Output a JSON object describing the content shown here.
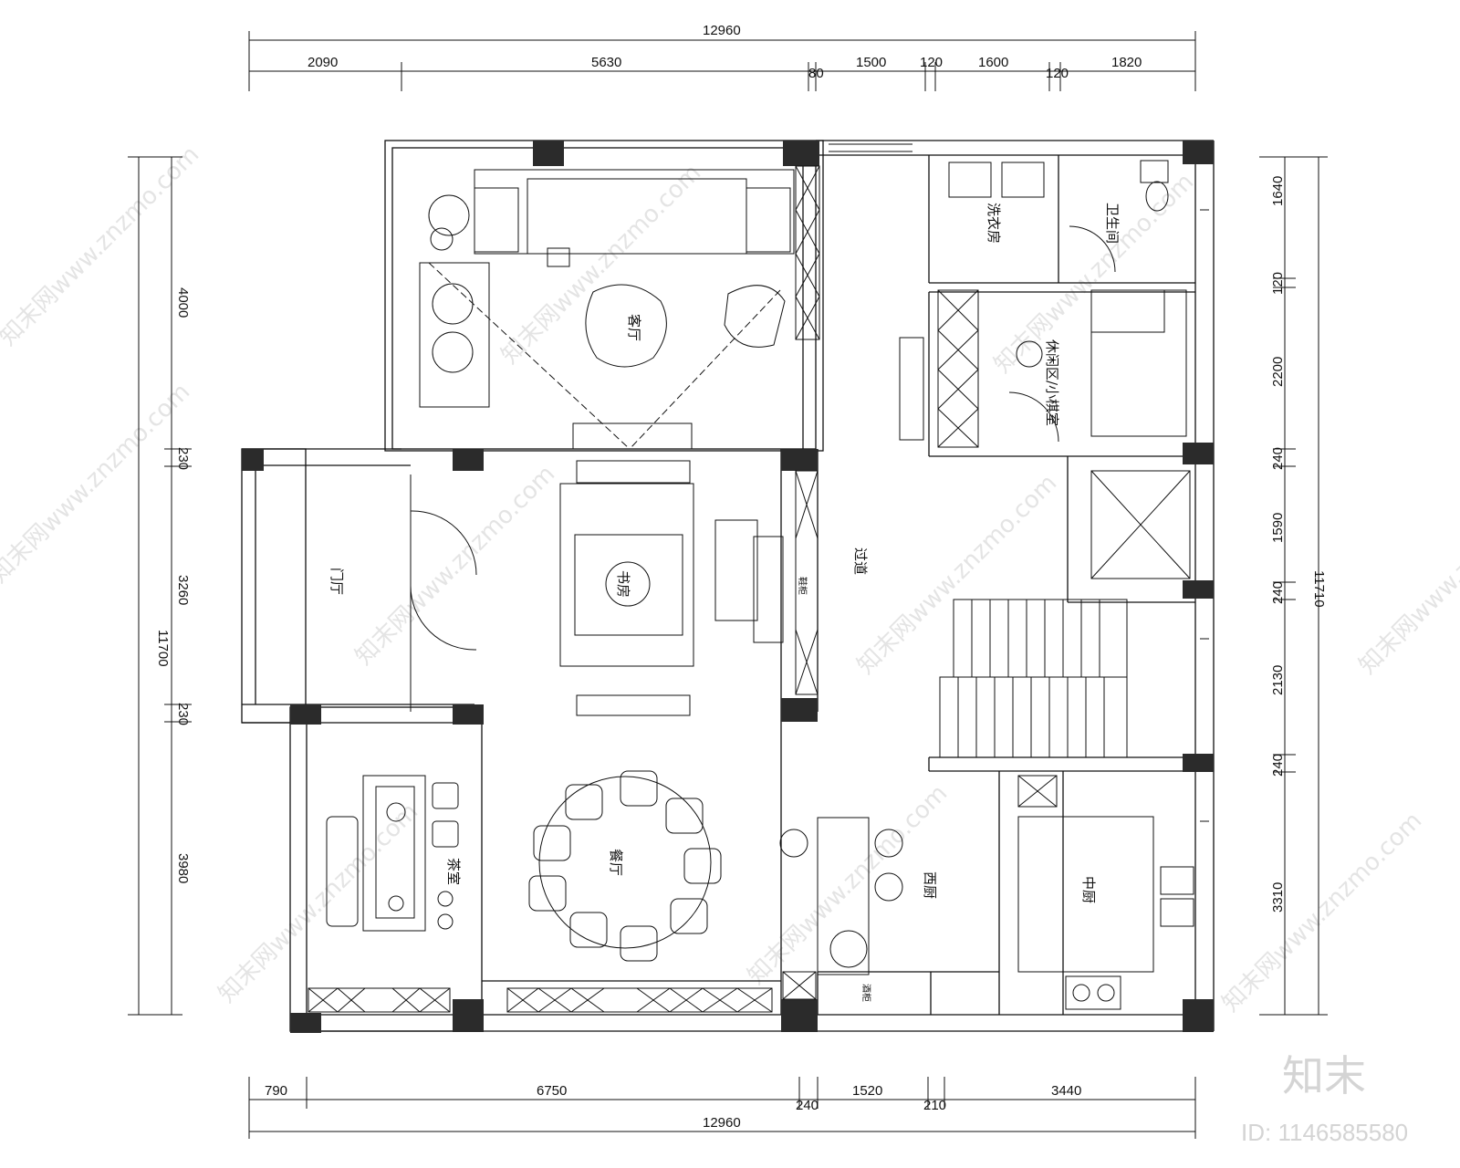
{
  "dimensions": {
    "top_total": "12960",
    "top": [
      "2090",
      "5630",
      "80",
      "1500",
      "120",
      "1600",
      "120",
      "1820"
    ],
    "bottom": [
      "790",
      "6750",
      "240",
      "1520",
      "210",
      "3440"
    ],
    "bottom_total": "12960",
    "left_total": "11700",
    "left": [
      "4000",
      "230",
      "3260",
      "230",
      "3980"
    ],
    "right_total": "11710",
    "right": [
      "1640",
      "120",
      "2200",
      "240",
      "1590",
      "240",
      "2130",
      "240",
      "3310"
    ]
  },
  "rooms": {
    "living": "客厅",
    "study": "书房",
    "entrance": "门厅",
    "corridor": "过道",
    "dining": "餐厅",
    "west_kitchen": "西厨",
    "chinese_kitchen": "中厨",
    "laundry": "洗衣房",
    "bathroom": "卫生间",
    "cloakroom": "休闲区/小棋室",
    "tea_room": "茶室",
    "wine_cabinet": "酒柜",
    "shoe_cabinet": "鞋柜"
  },
  "watermark": {
    "text": "知末网www.znzmo.com",
    "brand": "知末",
    "id": "ID: 1146585580"
  }
}
